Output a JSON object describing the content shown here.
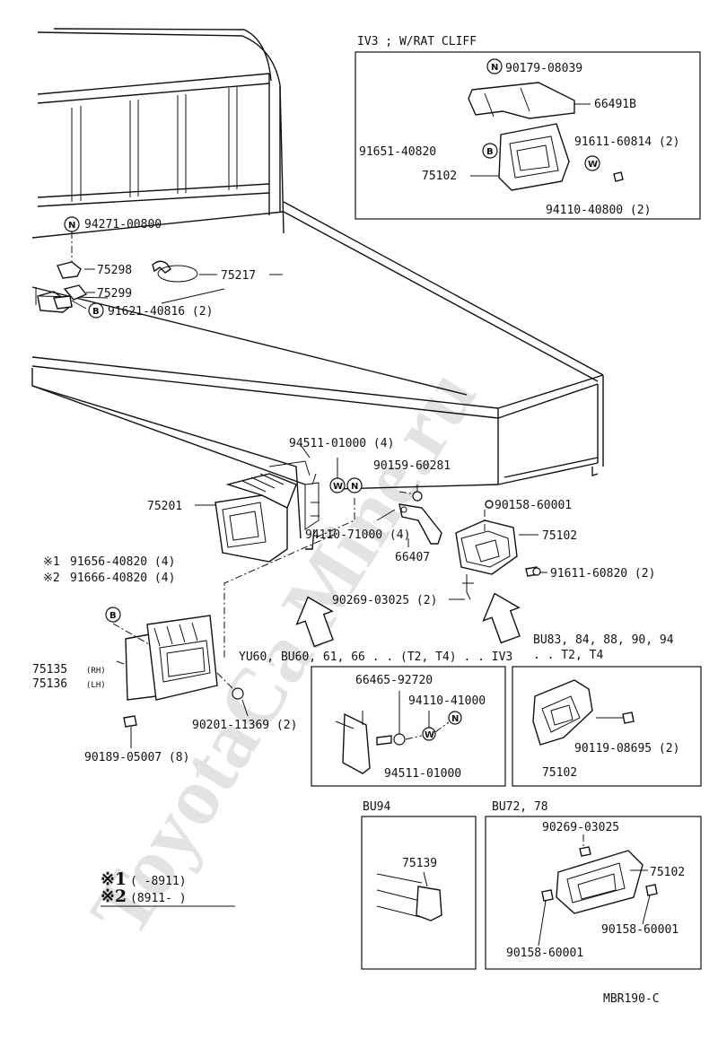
{
  "watermark": "ToyotaCa.Mine.ru",
  "diagram_code": "MBR190-C",
  "symbols": {
    "n": "N",
    "b": "B",
    "w": "W"
  },
  "box_iv3": {
    "title": "IV3 ; W/RAT CLIFF",
    "p1": "90179-08039",
    "p2": "66491B",
    "p3": "91651-40820",
    "p4": "91611-60814 (2)",
    "p5": "75102",
    "p6": "94110-40800 (2)"
  },
  "main": {
    "p_94271": "94271-00800",
    "p_75298": "75298",
    "p_75217": "75217",
    "p_75299": "75299",
    "p_91621": "91621-40816 (2)",
    "p_94511": "94511-01000 (4)",
    "p_90159": "90159-60281",
    "p_75201": "75201",
    "p_90158": "90158-60001",
    "p_94110": "94110-71000 (4)",
    "p_75102": "75102",
    "p_66407": "66407",
    "p_91611": "91611-60820 (2)",
    "p_90269": "90269-03025 (2)",
    "mark1": "※1",
    "mark2": "※2",
    "p_91656": "91656-40820 (4)",
    "p_91666": "91666-40820 (4)",
    "p_75135": "75135",
    "p_75135_sub": "(RH)",
    "p_75136": "75136",
    "p_75136_sub": "(LH)",
    "p_90201": "90201-11369 (2)",
    "p_90189": "90189-05007 (8)",
    "models_yu": "YU60, BU60, 61, 66 . . (T2, T4) . . IV3",
    "models_bu83_1": "BU83, 84, 88, 90, 94",
    "models_bu83_2": ". . T2, T4"
  },
  "box_yu": {
    "p1": "66465-92720",
    "p2": "94110-41000",
    "p3": "94511-01000"
  },
  "box_bu83": {
    "p1": "90119-08695 (2)",
    "p2": "75102"
  },
  "box_bu94": {
    "title": "BU94",
    "p1": "75139"
  },
  "box_bu72": {
    "title": "BU72, 78",
    "p1": "90269-03025",
    "p2": "75102",
    "p3": "90158-60001",
    "p4": "90158-60001"
  },
  "legend": {
    "l1_mark": "※1",
    "l1_text": "(        -8911)",
    "l2_mark": "※2",
    "l2_text": "(8911-        )"
  }
}
